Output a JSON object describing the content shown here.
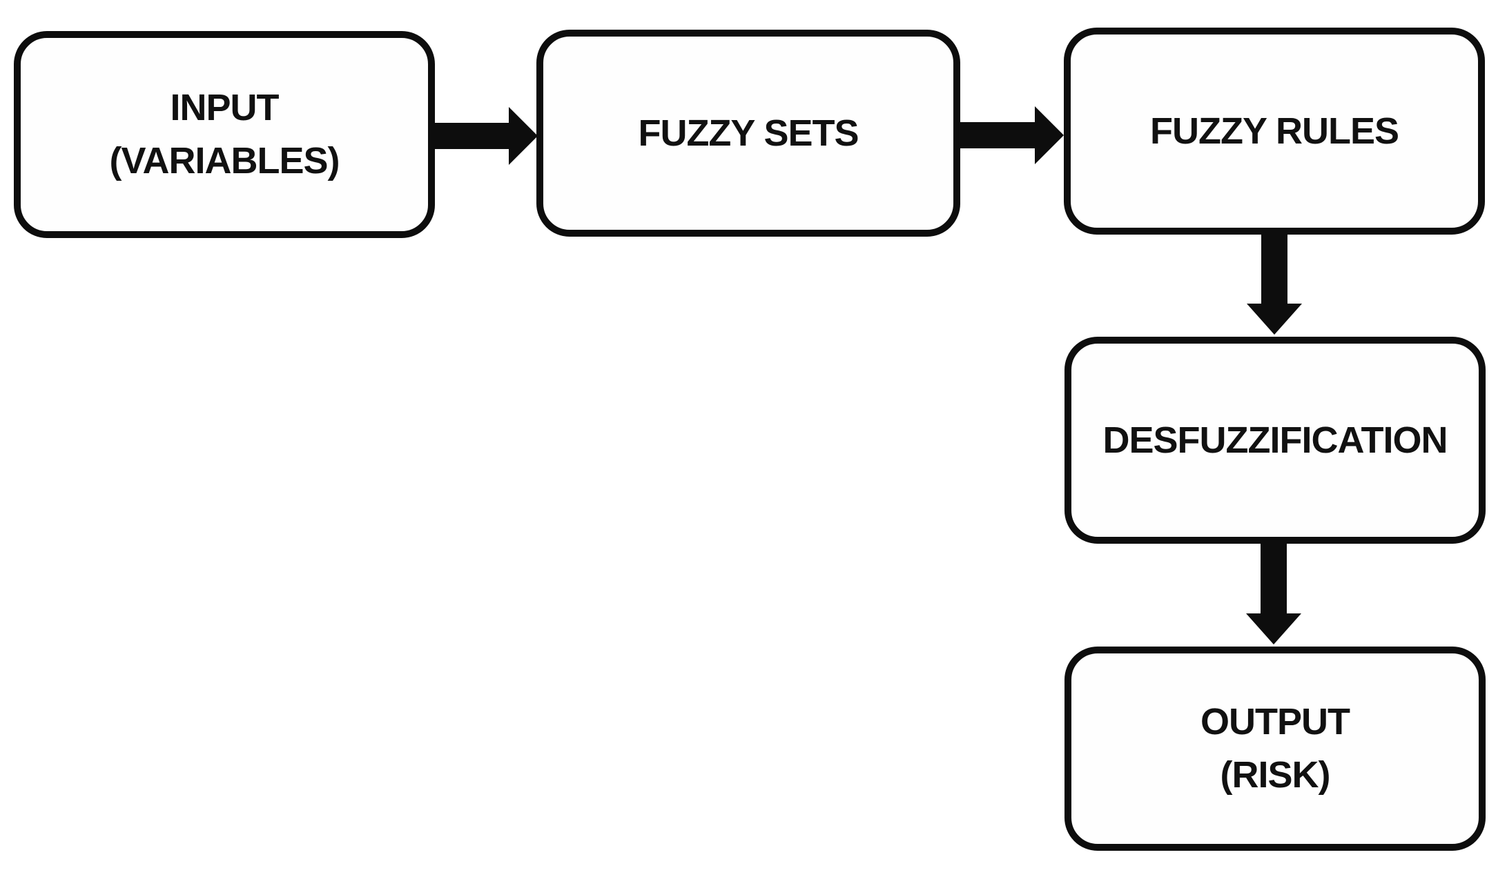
{
  "diagram": {
    "title": "Fuzzy logic risk assessment flowchart",
    "background_color": "#ffffff",
    "node_fill_color": "#fefefe",
    "stroke_color": "#0d0d0d",
    "text_color": "#111111",
    "nodes": [
      {
        "id": "input",
        "line1": "INPUT",
        "line2": "(VARIABLES)"
      },
      {
        "id": "fuzzy-sets",
        "line1": "FUZZY SETS",
        "line2": ""
      },
      {
        "id": "fuzzy-rules",
        "line1": "FUZZY RULES",
        "line2": ""
      },
      {
        "id": "desfuzzification",
        "line1": "DESFUZZIFICATION",
        "line2": ""
      },
      {
        "id": "output",
        "line1": "OUTPUT",
        "line2": "(RISK)"
      }
    ],
    "edges": [
      {
        "from": "input",
        "to": "fuzzy-sets",
        "direction": "right"
      },
      {
        "from": "fuzzy-sets",
        "to": "fuzzy-rules",
        "direction": "right"
      },
      {
        "from": "fuzzy-rules",
        "to": "desfuzzification",
        "direction": "down"
      },
      {
        "from": "desfuzzification",
        "to": "output",
        "direction": "down"
      }
    ]
  }
}
